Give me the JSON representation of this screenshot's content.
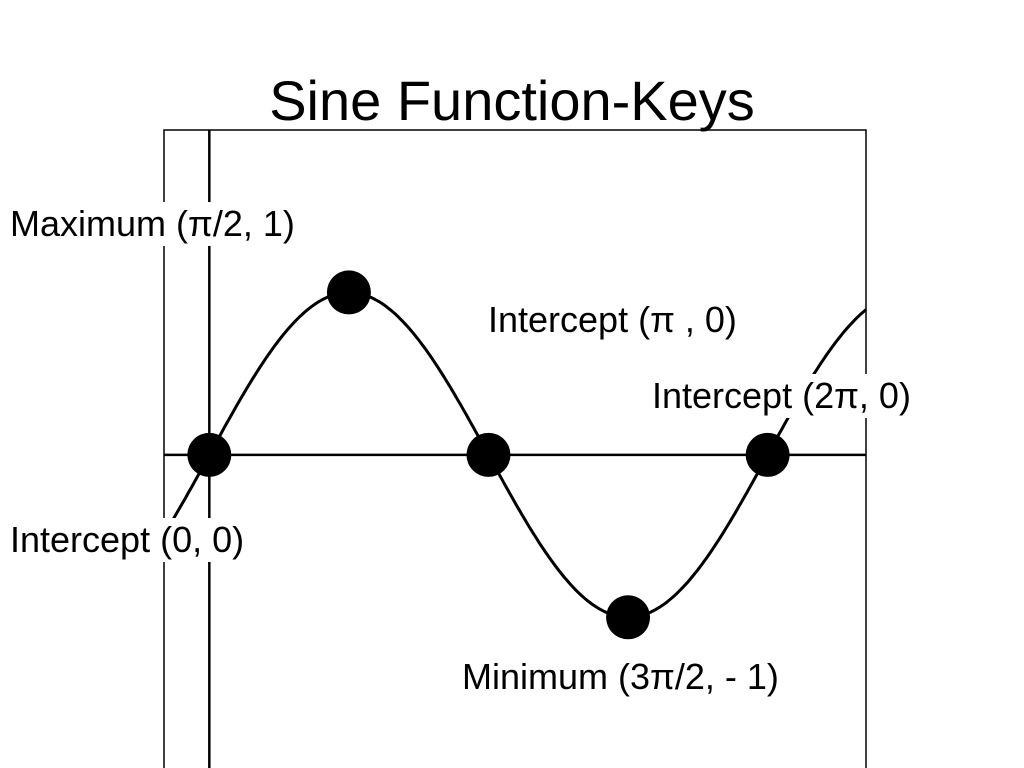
{
  "slide": {
    "title": "Sine Function-Keys"
  },
  "chart_data": {
    "type": "line",
    "title": "",
    "xlabel": "",
    "ylabel": "",
    "function": "sin(x)",
    "series": [
      {
        "points": [
          [
            -0.51,
            -0.49
          ],
          [
            7.39,
            0.9
          ]
        ]
      }
    ],
    "xlim": [
      -0.51,
      7.39
    ],
    "ylim": [
      -1.94,
      2.0
    ],
    "grid": false,
    "legend": "none",
    "key_points": [
      {
        "x": 1.5708,
        "y": 1,
        "label": "Maximum (π/2, 1)"
      },
      {
        "x": 3.1416,
        "y": 0,
        "label": "Intercept (π , 0)"
      },
      {
        "x": 6.2832,
        "y": 0,
        "label": "Intercept (2π, 0)"
      },
      {
        "x": 0,
        "y": 0,
        "label": "Intercept (0, 0)"
      },
      {
        "x": 4.7124,
        "y": -1,
        "label": "Minimum (3π/2, - 1)"
      }
    ],
    "colors": {
      "curve": "#000000",
      "axes": "#000000",
      "points": "#000000"
    }
  }
}
